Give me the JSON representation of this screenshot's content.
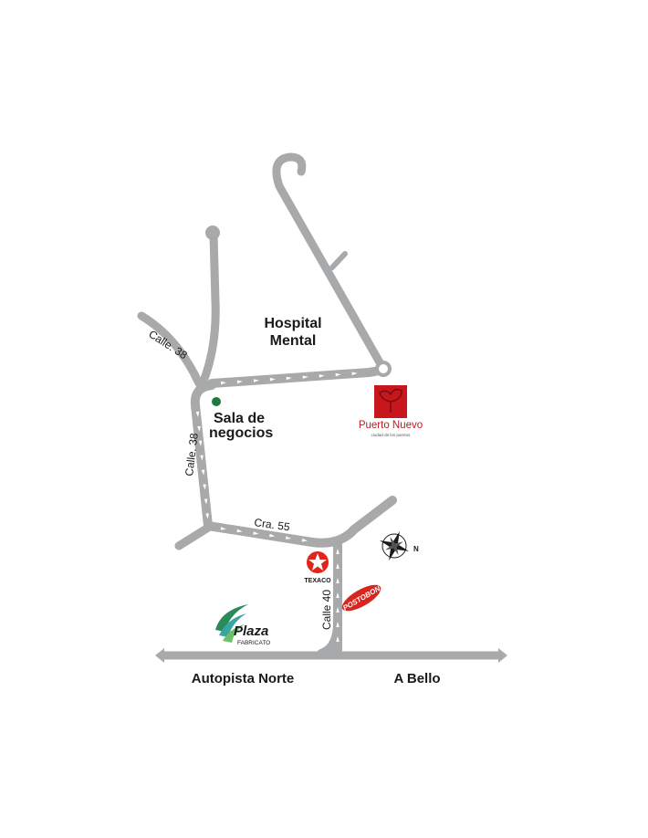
{
  "places": {
    "hospital_line1": "Hospital",
    "hospital_line2": "Mental",
    "sales_line1": "Sala de",
    "sales_line2": "negocios"
  },
  "streets": {
    "calle38_top": "Calle. 38",
    "calle38_side": "Calle. 38",
    "cra55": "Cra. 55",
    "calle40": "Calle 40",
    "autopista": "Autopista Norte",
    "bello": "A Bello"
  },
  "logos": {
    "puerto_nuevo": "Puerto Nuevo",
    "puerto_nuevo_tag": "ciudad de los puertos",
    "texaco": "TEXACO",
    "postobon": "POSTOBON",
    "plaza": "Plaza",
    "plaza_sub": "FABRICATO"
  },
  "compass": {
    "north": "N"
  },
  "colors": {
    "road": "#a7a9ab",
    "marker": "#1e7a3c",
    "puerto_red": "#c8161d",
    "texaco_red": "#e1251b",
    "postobon_red": "#d7261e",
    "plaza_green": "#2a8a5a"
  }
}
